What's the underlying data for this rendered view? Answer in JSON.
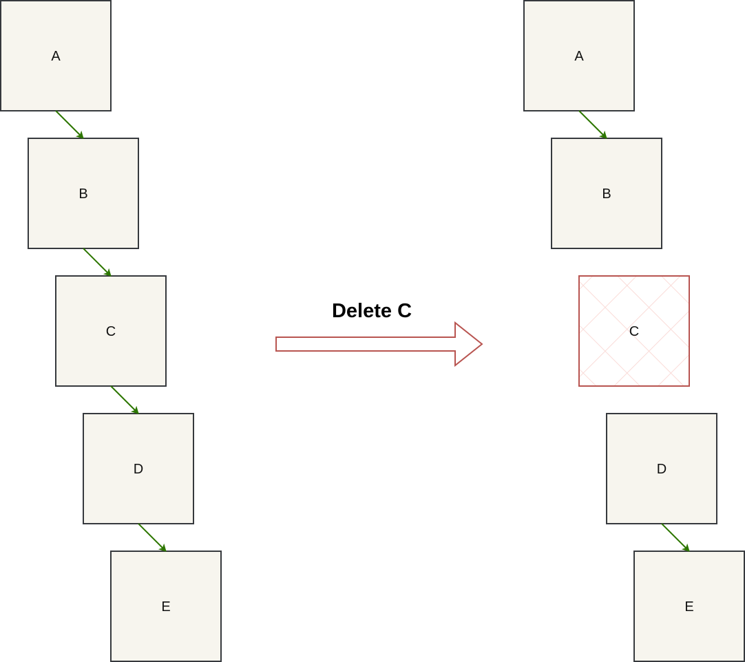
{
  "colors": {
    "node_fill": "#f7f5ee",
    "node_stroke": "#36393d",
    "edge": "#2d7600",
    "deleted_stroke": "#b85450",
    "deleted_hatch": "#fadbd8",
    "arrow_stroke": "#b85450",
    "arrow_fill": "#ffffff"
  },
  "operation": {
    "label": "Delete C"
  },
  "before": {
    "nodes": [
      {
        "id": "A",
        "label": "A"
      },
      {
        "id": "B",
        "label": "B"
      },
      {
        "id": "C",
        "label": "C"
      },
      {
        "id": "D",
        "label": "D"
      },
      {
        "id": "E",
        "label": "E"
      }
    ],
    "edges": [
      {
        "from": "A",
        "to": "B"
      },
      {
        "from": "B",
        "to": "C"
      },
      {
        "from": "C",
        "to": "D"
      },
      {
        "from": "D",
        "to": "E"
      }
    ]
  },
  "after": {
    "nodes": [
      {
        "id": "A",
        "label": "A"
      },
      {
        "id": "B",
        "label": "B"
      },
      {
        "id": "C",
        "label": "C",
        "deleted": true
      },
      {
        "id": "D",
        "label": "D"
      },
      {
        "id": "E",
        "label": "E"
      }
    ],
    "edges": [
      {
        "from": "A",
        "to": "B"
      },
      {
        "from": "D",
        "to": "E"
      }
    ]
  }
}
